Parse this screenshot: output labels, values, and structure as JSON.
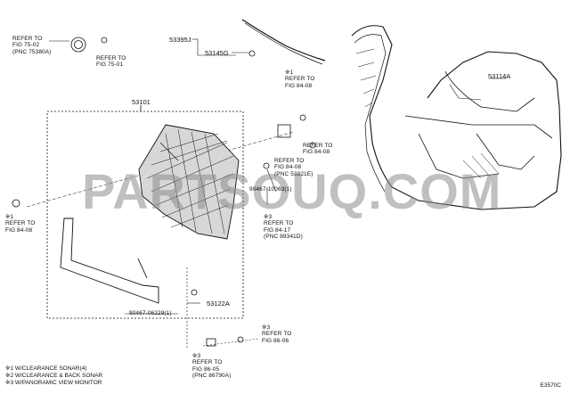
{
  "watermark": "PARTSOUQ.COM",
  "diagram_code": "E3570C",
  "part_numbers": {
    "p53101": "53101",
    "p53395J": "53395J",
    "p53145G": "53145G",
    "p53114A": "53114A",
    "p53122A": "53122A",
    "p90467_10063": "90467-10063(1)",
    "p90467_06229": "90467-06229(1)"
  },
  "refs": {
    "r75_02": [
      "REFER TO",
      "FIG 75-02",
      "(PNC 75380A)"
    ],
    "r75_01": [
      "REFER TO",
      "FIG 75-01"
    ],
    "r84_08_top": [
      "※1",
      "REFER TO",
      "FIG 84-08"
    ],
    "r84_08_mid": [
      "REFER TO",
      "FIG 84-08"
    ],
    "r84_08_pnc": [
      "REFER TO",
      "FIG 84-08",
      "(PNC 53821E)"
    ],
    "r84_08_left": [
      "※1",
      "REFER TO",
      "FIG 84-08"
    ],
    "r84_17": [
      "※3",
      "REFER TO",
      "FIG 84-17",
      "(PNC 89341D)"
    ],
    "r86_06": [
      "※3",
      "REFER TO",
      "FIG 86-06"
    ],
    "r86_05": [
      "※3",
      "REFER TO",
      "FIG 86-05",
      "(PNC 86790A)"
    ]
  },
  "notes": [
    "※1 W/CLEARANCE SONAR(4)",
    "※2 W/CLEARANCE & BACK SONAR",
    "※3 W/PANORAMIC VIEW MONITOR"
  ]
}
